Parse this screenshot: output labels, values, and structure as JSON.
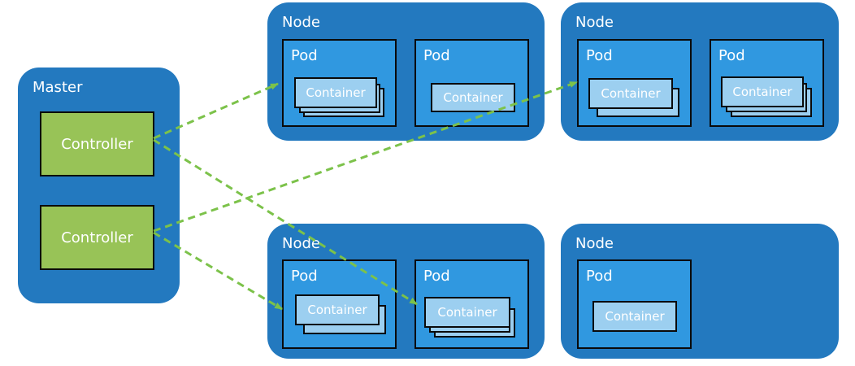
{
  "master": {
    "title": "Master",
    "controllers": [
      "Controller",
      "Controller"
    ]
  },
  "nodes": [
    {
      "title": "Node",
      "pods": [
        {
          "title": "Pod",
          "container": "Container"
        },
        {
          "title": "Pod",
          "container": "Container"
        }
      ]
    },
    {
      "title": "Node",
      "pods": [
        {
          "title": "Pod",
          "container": "Container"
        },
        {
          "title": "Pod",
          "container": "Container"
        }
      ]
    },
    {
      "title": "Node",
      "pods": [
        {
          "title": "Pod",
          "container": "Container"
        },
        {
          "title": "Pod",
          "container": "Container"
        }
      ]
    },
    {
      "title": "Node",
      "pods": [
        {
          "title": "Pod",
          "container": "Container"
        }
      ]
    }
  ],
  "colors": {
    "region": "#2379bf",
    "pod": "#3098e0",
    "container": "#9ccff0",
    "controller": "#98c357",
    "arrow": "#7cc24a"
  }
}
